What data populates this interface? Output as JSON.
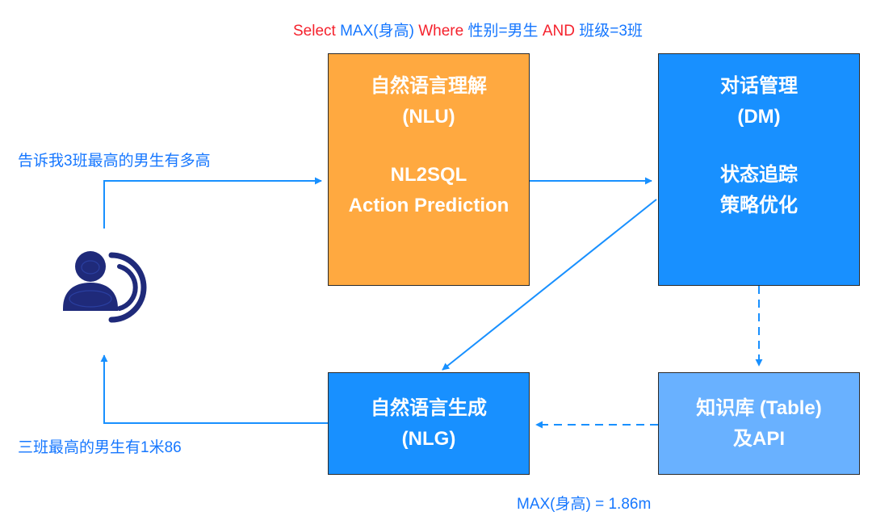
{
  "sql_query": {
    "select_kw": "Select",
    "select_expr": "MAX(身高)",
    "where_kw": "Where",
    "cond1": "性别=男生",
    "and_kw": "AND",
    "cond2": "班级=3班"
  },
  "nlu": {
    "title": "自然语言理解",
    "abbr": "(NLU)",
    "task1": "NL2SQL",
    "task2": "Action Prediction"
  },
  "dm": {
    "title": "对话管理",
    "abbr": "(DM)",
    "task1": "状态追踪",
    "task2": "策略优化"
  },
  "nlg": {
    "title": "自然语言生成",
    "abbr": "(NLG)"
  },
  "kb": {
    "title": "知识库 (Table)",
    "subtitle": "及API"
  },
  "user_question": "告诉我3班最高的男生有多高",
  "system_answer": "三班最高的男生有1米86",
  "query_result": "MAX(身高) = 1.86m",
  "icons": {
    "user": "user-speaking-icon"
  },
  "colors": {
    "nlu_fill": "#ffa940",
    "dm_fill": "#1890ff",
    "nlg_fill": "#1890ff",
    "kb_fill": "#69b1ff",
    "arrow": "#1890ff",
    "sql_keyword": "#f5222d",
    "text_blue": "#1677ff",
    "user_icon": "#1f2a7a"
  }
}
